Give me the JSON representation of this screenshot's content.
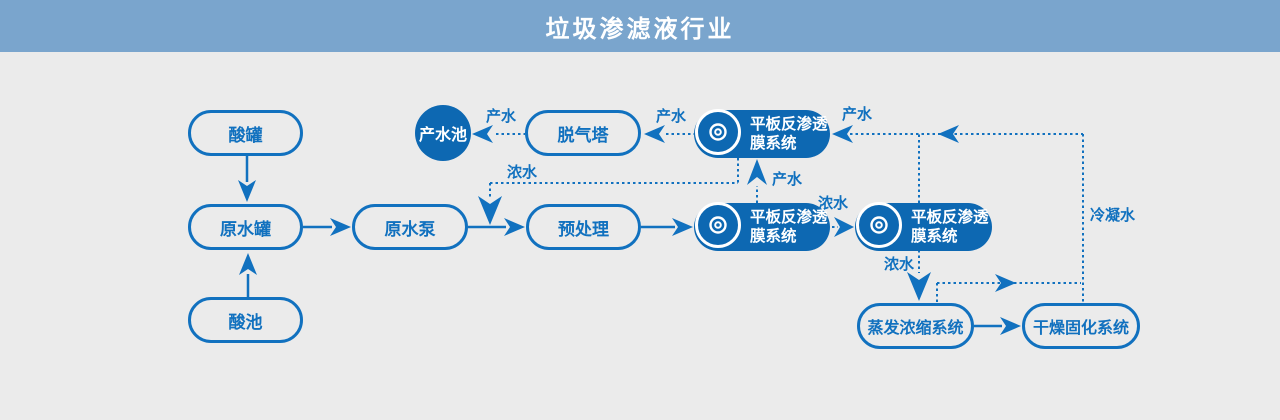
{
  "header": {
    "title": "垃圾渗滤液行业"
  },
  "palette": {
    "header_bg": "#7aa5cd",
    "canvas_bg": "#ebebeb",
    "accent_blue": "#1171bf",
    "node_fill_blue": "#0d68b2",
    "node_text_light": "#ffffff"
  },
  "icons": {
    "ro_node_icon": "concentric-circles"
  },
  "nodes": {
    "acid_tank": {
      "label": "酸罐"
    },
    "raw_water_tank": {
      "label": "原水罐"
    },
    "acid_pool": {
      "label": "酸池"
    },
    "raw_water_pump": {
      "label": "原水泵"
    },
    "pretreatment": {
      "label": "预处理"
    },
    "degassing_tower": {
      "label": "脱气塔"
    },
    "product_water_pool": {
      "label": "产水池"
    },
    "ro_top": {
      "label_line1": "平板反渗透",
      "label_line2": "膜系统"
    },
    "ro_mid": {
      "label_line1": "平板反渗透",
      "label_line2": "膜系统"
    },
    "ro_right": {
      "label_line1": "平板反渗透",
      "label_line2": "膜系统"
    },
    "evaporation": {
      "label": "蒸发浓缩系统"
    },
    "drying": {
      "label": "干燥固化系统"
    }
  },
  "edge_labels": {
    "product_water": "产水",
    "concentrated_water": "浓水",
    "condensate": "冷凝水"
  }
}
